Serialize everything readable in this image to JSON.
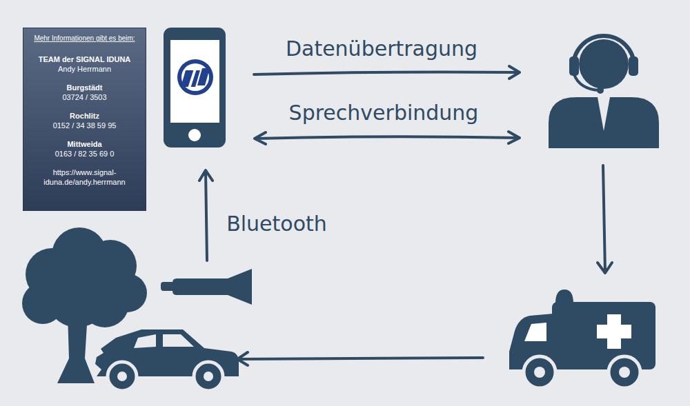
{
  "diagram": {
    "nodes": [
      {
        "text": [
          "Mehr Informationen gibt es beim:",
          "TEAM der SIGNAL IDUNA",
          "Andy Herrmann",
          "Burgstädt",
          "03724 / 3503",
          "Rochlitz",
          "0152 / 34 38 59 95",
          "Mittweida",
          "0163 / 82 35 69 0",
          "https://www.signal-iduna.de/andy.herrmann"
        ]
      }
    ],
    "labels": [
      "Datenübertragung",
      "Sprechverbindung",
      "Bluetooth"
    ]
  }
}
